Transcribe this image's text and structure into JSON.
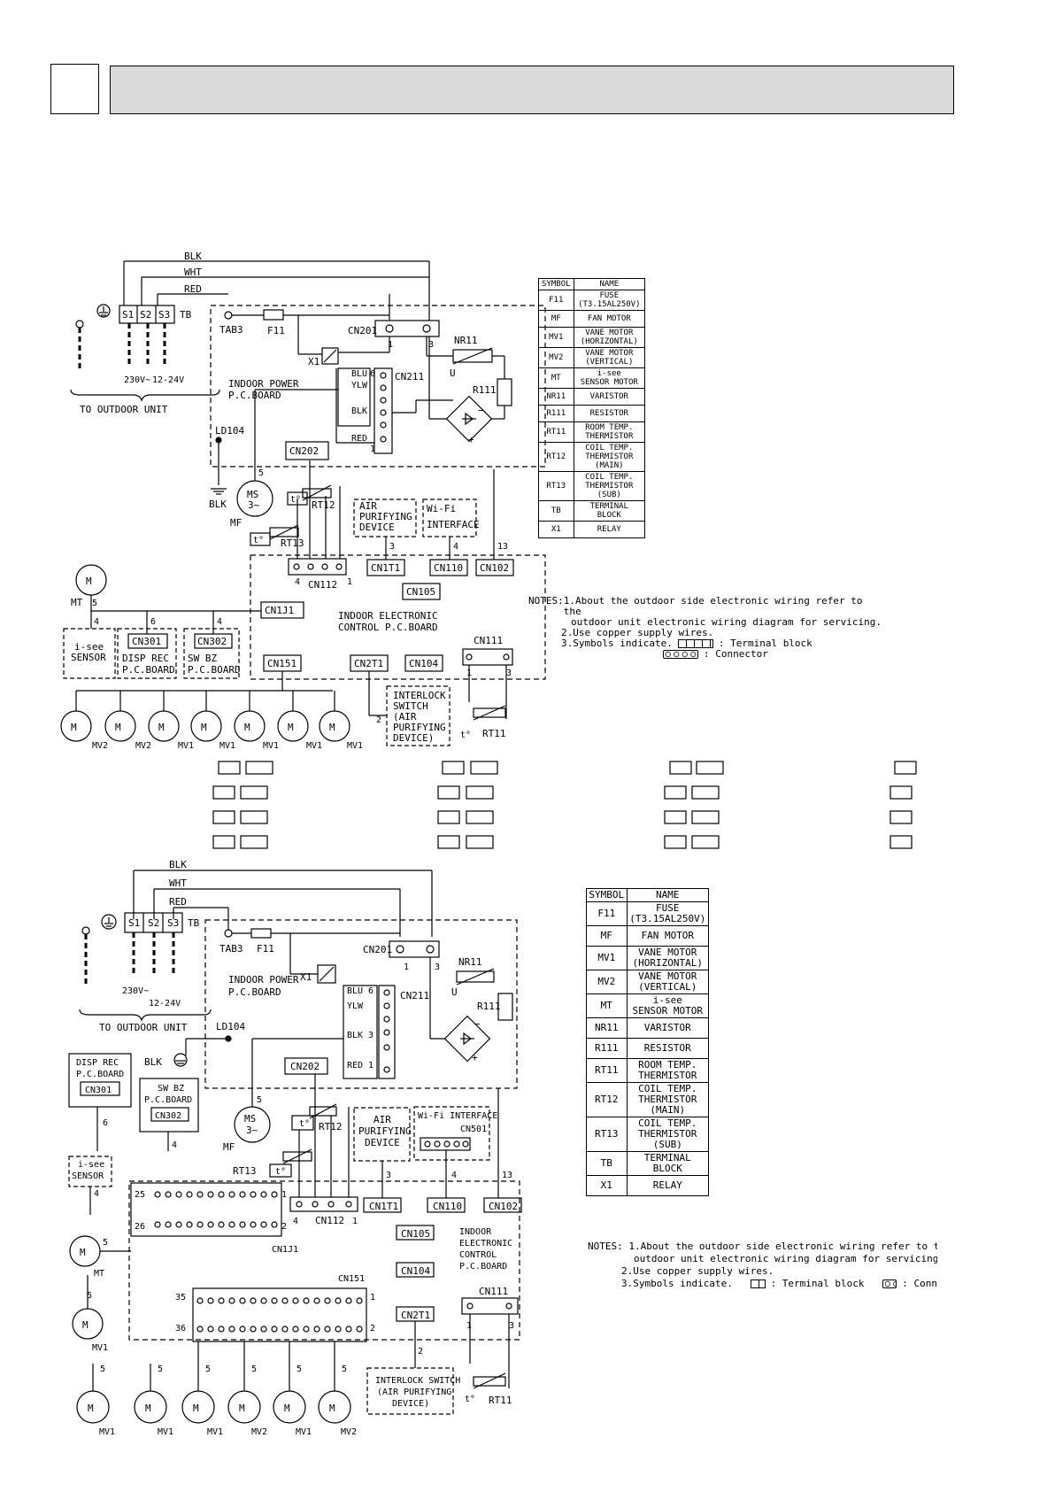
{
  "header": {
    "section_number": "",
    "title": ""
  },
  "wires": {
    "blk": "BLK",
    "wht": "WHT",
    "red": "RED"
  },
  "terminals": {
    "s1": "S1",
    "s2": "S2",
    "s3": "S3",
    "tb": "TB"
  },
  "labels": {
    "tab3": "TAB3",
    "f11": "F11",
    "cn201": "CN201",
    "nr11": "NR11",
    "u": "U",
    "x1": "X1",
    "indoor_power_1": "INDOOR POWER",
    "indoor_power_2": "P.C.BOARD",
    "blu": "BLU",
    "ylw": "YLW",
    "blk_wire": "BLK",
    "red_wire": "RED",
    "cn211": "CN211",
    "r111": "R111",
    "ld104": "LD104",
    "blk_ground": "BLK",
    "cn202": "CN202",
    "ms": "MS",
    "ms_phase": "3~",
    "mf": "MF",
    "rt12": "RT12",
    "rt13": "RT13",
    "air_1": "AIR",
    "air_2": "PURIFYING",
    "air_3": "DEVICE",
    "wifi_1": "Wi-Fi",
    "wifi_2": "INTERFACE",
    "cn1t1": "CN1T1",
    "cn110": "CN110",
    "cn102": "CN102",
    "cn105": "CN105",
    "cn112": "CN112",
    "cn1j1": "CN1J1",
    "cn151": "CN151",
    "cn2t1": "CN2T1",
    "cn104": "CN104",
    "cn111": "CN111",
    "iec_1": "INDOOR ELECTRONIC",
    "iec_2": "CONTROL P.C.BOARD",
    "mt": "MT",
    "isee_1": "i-see",
    "isee_2": "SENSOR",
    "cn301": "CN301",
    "disp_1": "DISP REC",
    "disp_2": "P.C.BOARD",
    "cn302": "CN302",
    "swbz_1": "SW BZ",
    "swbz_2": "P.C.BOARD",
    "interlock_1": "INTERLOCK",
    "interlock_2": "SWITCH",
    "interlock_3": "(AIR",
    "interlock_4": "PURIFYING",
    "interlock_5": "DEVICE)",
    "rt11": "RT11",
    "to_outdoor": "TO OUTDOOR UNIT",
    "v230": "230V~",
    "v1224": "12-24V",
    "tee": "t°",
    "m": "M",
    "mv1": "MV1",
    "mv2": "MV2",
    "n1": "1",
    "n2": "2",
    "n3": "3",
    "n4": "4",
    "n5": "5",
    "n6": "6",
    "n13": "13",
    "n25": "25",
    "n26": "26",
    "n35": "35",
    "n36": "36"
  },
  "labels_b": {
    "cn501": "CN501",
    "wifi_interface": "Wi-Fi INTERFACE",
    "disp_2": "P.C.BOARD",
    "iec_1": "INDOOR",
    "iec_2": "ELECTRONIC",
    "iec_3": "CONTROL",
    "iec_4": "P.C.BOARD",
    "interlock_1": "INTERLOCK SWITCH",
    "interlock_2": "(AIR PURIFYING",
    "interlock_3": "DEVICE)",
    "isee_1": "i-see"
  },
  "table": {
    "header": {
      "symbol": "SYMBOL",
      "name": "NAME"
    },
    "rows": [
      {
        "symbol": "F11",
        "name": [
          "FUSE",
          "(T3.15AL250V)"
        ]
      },
      {
        "symbol": "MF",
        "name": [
          "FAN MOTOR"
        ]
      },
      {
        "symbol": "MV1",
        "name": [
          "VANE MOTOR",
          "(HORIZONTAL)"
        ]
      },
      {
        "symbol": "MV2",
        "name": [
          "VANE MOTOR",
          "(VERTICAL)"
        ]
      },
      {
        "symbol": "MT",
        "name": [
          "i-see",
          "SENSOR MOTOR"
        ]
      },
      {
        "symbol": "NR11",
        "name": [
          "VARISTOR"
        ]
      },
      {
        "symbol": "R111",
        "name": [
          "RESISTOR"
        ]
      },
      {
        "symbol": "RT11",
        "name": [
          "ROOM TEMP.",
          "THERMISTOR"
        ]
      },
      {
        "symbol": "RT12",
        "name": [
          "COIL TEMP.",
          "THERMISTOR",
          "(MAIN)"
        ]
      },
      {
        "symbol": "RT13",
        "name": [
          "COIL TEMP.",
          "THERMISTOR",
          "(SUB)"
        ]
      },
      {
        "symbol": "TB",
        "name": [
          "TERMINAL",
          "BLOCK"
        ]
      },
      {
        "symbol": "X1",
        "name": [
          "RELAY"
        ]
      }
    ]
  },
  "notes": {
    "prefix": "NOTES:",
    "note1_a": "1.About the outdoor side electronic wiring refer to the",
    "note1_b": "outdoor unit electronic wiring diagram for servicing.",
    "note2": "2.Use copper supply wires.",
    "note3": "3.Symbols indicate.",
    "terminal_block": ": Terminal block",
    "connector": ": Connector",
    "connector_cut": ": Conn"
  }
}
